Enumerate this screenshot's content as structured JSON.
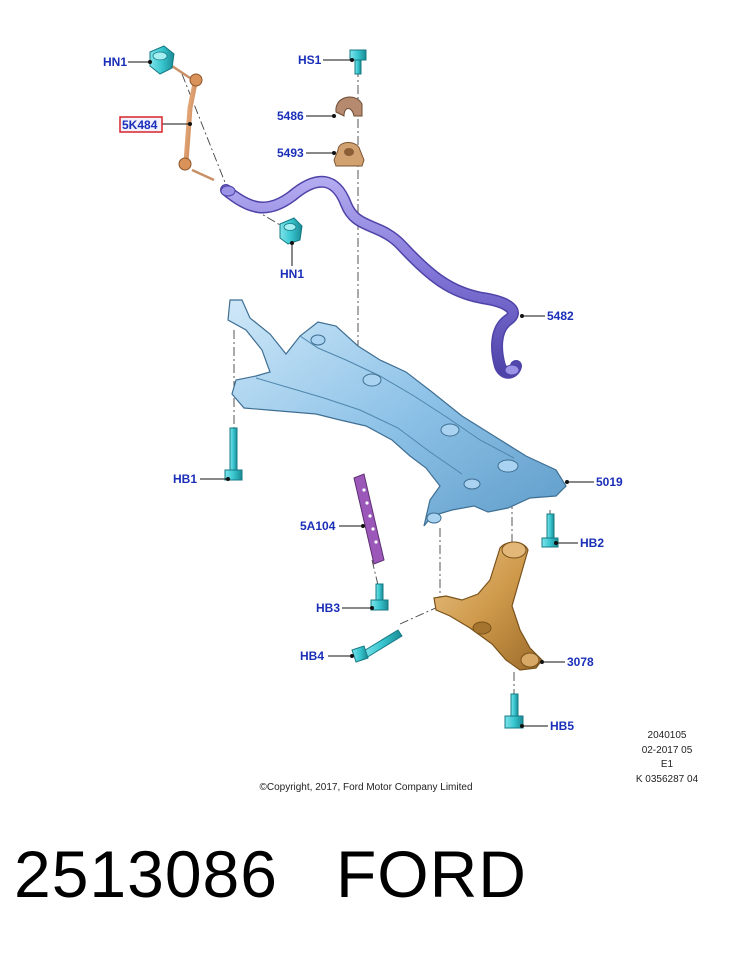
{
  "callouts": {
    "hn1_top": "HN1",
    "hs1": "HS1",
    "k5484": "5K484",
    "p5486": "5486",
    "p5493": "5493",
    "hn1_bottom": "HN1",
    "p5482": "5482",
    "hb1": "HB1",
    "p5019": "5019",
    "a5104": "5A104",
    "hb2": "HB2",
    "hb3": "HB3",
    "hb4": "HB4",
    "p3078": "3078",
    "hb5": "HB5"
  },
  "highlighted_callout": "5K484",
  "colors": {
    "callout_text": "#1a2fb8",
    "highlight_box": "#d8242a",
    "subframe": "#8fc3e8",
    "stabilizer_bar": "#7f73d6",
    "link": "#d9925a",
    "bolts": "#38c6cf",
    "bushing": "#b58a6e",
    "bracket": "#d1a170",
    "plate": "#9b58b8",
    "control_arm": "#cf9a4b"
  },
  "meta": {
    "line1": "2040105",
    "line2": "02-2017 05",
    "line3": "E1",
    "line4": "K 0356287 04"
  },
  "copyright": "©Copyright, 2017, Ford Motor Company Limited",
  "footer": {
    "part_number": "2513086",
    "brand": "FORD"
  }
}
